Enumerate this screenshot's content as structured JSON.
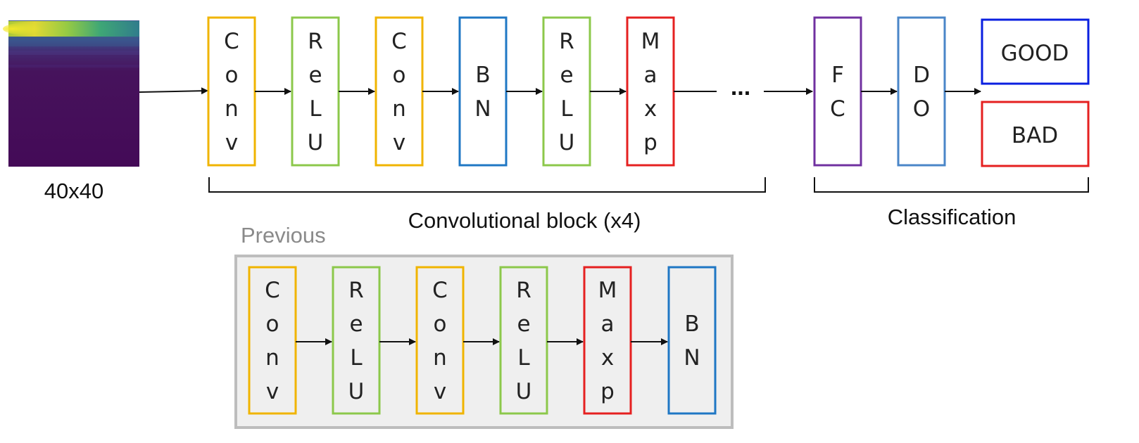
{
  "input": {
    "size_label": "40x40"
  },
  "main_pipeline": {
    "layers": [
      {
        "id": "conv1",
        "text": "Conv",
        "color": "#f0b400"
      },
      {
        "id": "relu1",
        "text": "ReLU",
        "color": "#8cc84b"
      },
      {
        "id": "conv2",
        "text": "Conv",
        "color": "#f0b400"
      },
      {
        "id": "bn",
        "text": "BN",
        "color": "#1f77c4"
      },
      {
        "id": "relu2",
        "text": "ReLU",
        "color": "#8cc84b"
      },
      {
        "id": "maxp",
        "text": "Maxp",
        "color": "#e52020"
      }
    ],
    "ellipsis": "...",
    "block_label": "Convolutional block (x4)"
  },
  "classification": {
    "layers": [
      {
        "id": "fc",
        "text": "FC",
        "color": "#7030a0"
      },
      {
        "id": "do",
        "text": "DO",
        "color": "#4a86c8"
      }
    ],
    "outputs": [
      {
        "id": "good",
        "text": "GOOD",
        "color": "#0a1fe0"
      },
      {
        "id": "bad",
        "text": "BAD",
        "color": "#e52020"
      }
    ],
    "label": "Classification"
  },
  "previous": {
    "title": "Previous",
    "layers": [
      {
        "id": "p_conv1",
        "text": "Conv",
        "color": "#f0b400"
      },
      {
        "id": "p_relu1",
        "text": "ReLU",
        "color": "#8cc84b"
      },
      {
        "id": "p_conv2",
        "text": "Conv",
        "color": "#f0b400"
      },
      {
        "id": "p_relu2",
        "text": "ReLU",
        "color": "#8cc84b"
      },
      {
        "id": "p_maxp",
        "text": "Maxp",
        "color": "#e52020"
      },
      {
        "id": "p_bn",
        "text": "BN",
        "color": "#1f77c4"
      }
    ]
  }
}
